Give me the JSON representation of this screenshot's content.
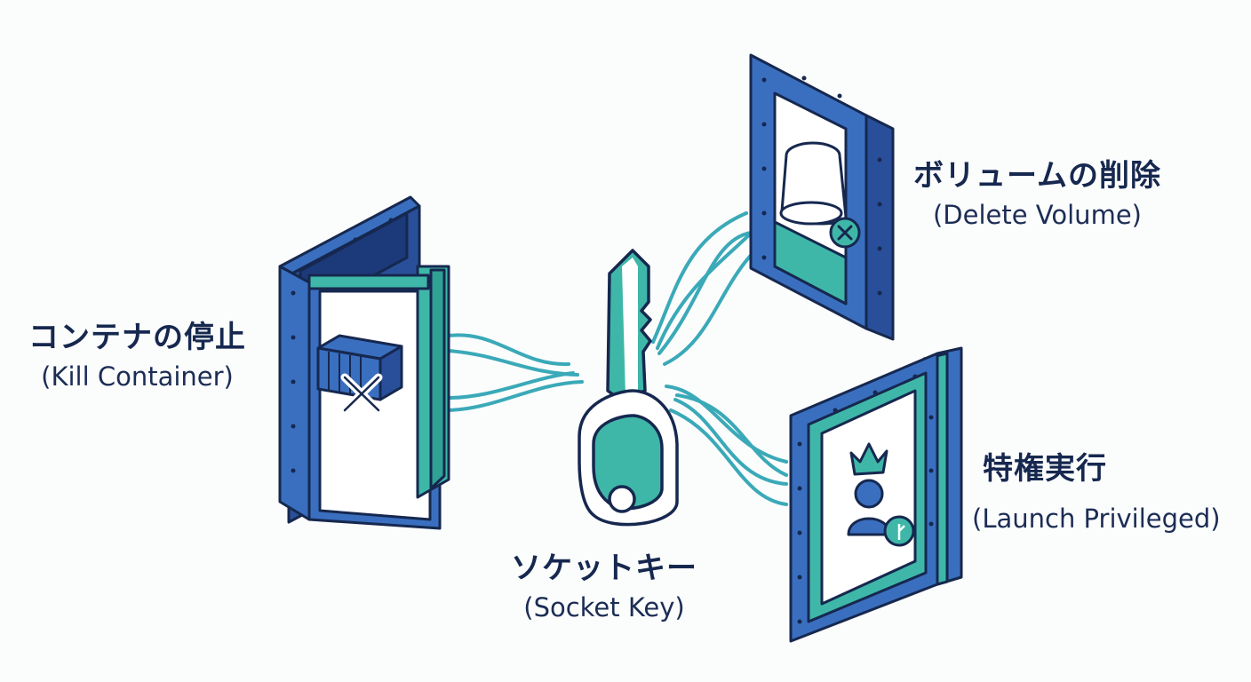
{
  "colors": {
    "navy": "#16284f",
    "frame_blue": "#3a6fc0",
    "teal": "#3fb7a8",
    "wire": "#3aa9b8",
    "panel": "#ffffff",
    "background": "#fbfcfc"
  },
  "key": {
    "label_jp": "ソケットキー",
    "label_en": "(Socket Key)",
    "icon": "key-icon"
  },
  "doors": [
    {
      "id": "kill",
      "label_jp": "コンテナの停止",
      "label_en": "(Kill Container)",
      "icon": "container-x-icon"
    },
    {
      "id": "delete",
      "label_jp": "ボリュームの削除",
      "label_en": "(Delete Volume)",
      "icon": "volume-delete-icon"
    },
    {
      "id": "privileged",
      "label_jp": "特権実行",
      "label_en": "(Launch Privileged)",
      "icon": "crown-user-icon"
    }
  ]
}
